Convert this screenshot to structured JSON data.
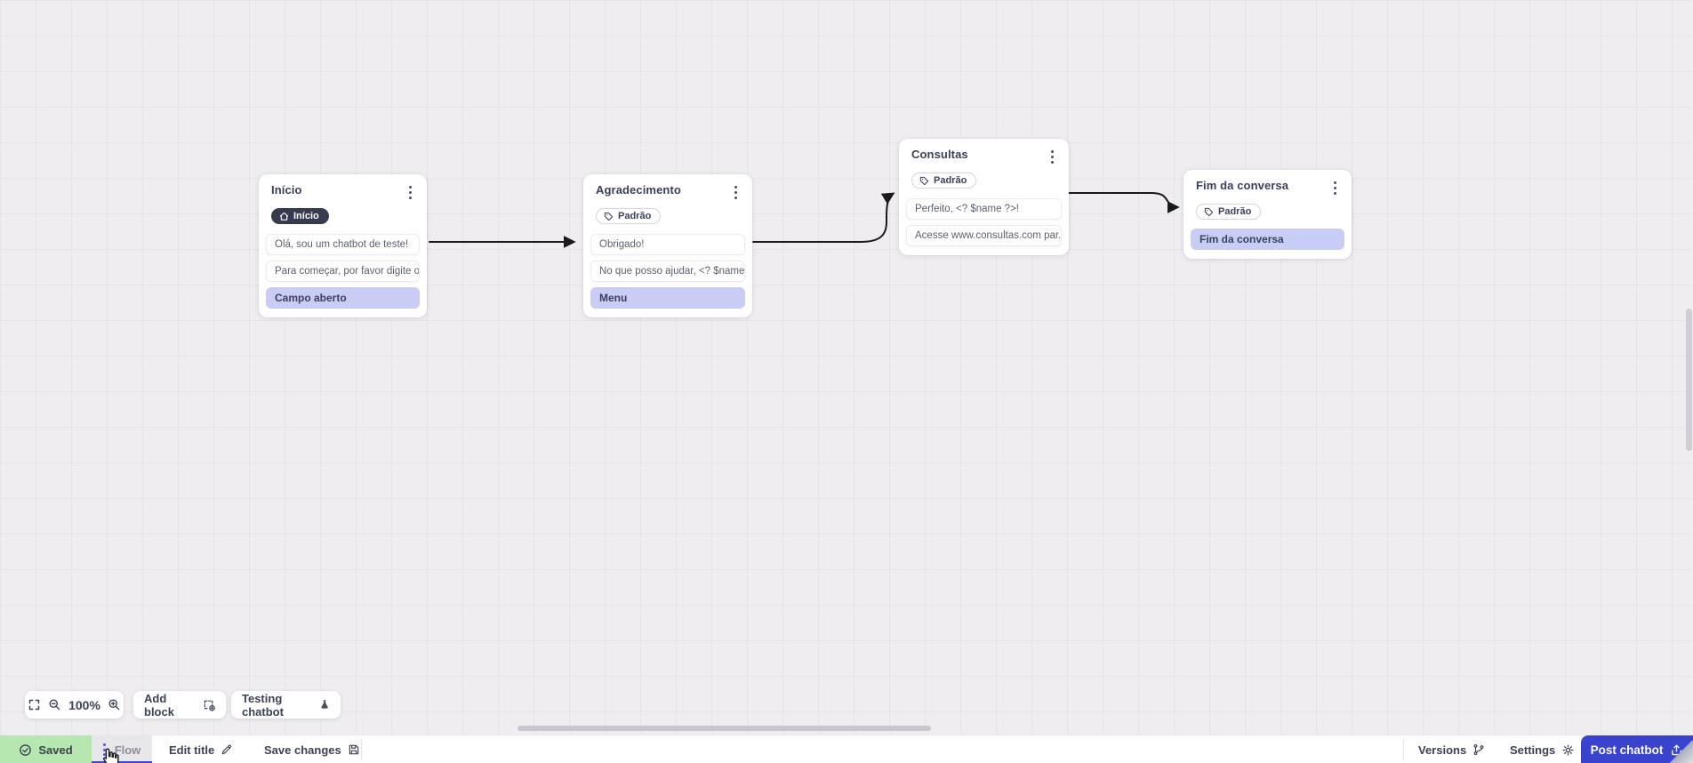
{
  "canvas": {
    "nodes": [
      {
        "title": "Início",
        "badge": "Início",
        "messages": [
          "Olá, sou um chatbot de teste!",
          "Para começar, por favor digite o ...",
          "Campo aberto"
        ]
      },
      {
        "title": "Agradecimento",
        "badge": "Padrão",
        "messages": [
          "Obrigado!",
          "No que posso ajudar, <? $name ...",
          "Menu"
        ]
      },
      {
        "title": "Consultas",
        "badge": "Padrão",
        "messages": [
          "Perfeito, <? $name ?>!",
          "Acesse www.consultas.com par..."
        ]
      },
      {
        "title": "Fim da conversa",
        "badge": "Padrão",
        "messages": [
          "Fim da conversa"
        ]
      }
    ]
  },
  "toolbar": {
    "zoom_level": "100%",
    "add_block": "Add block",
    "testing_chatbot": "Testing chatbot"
  },
  "bottom_bar": {
    "saved": "Saved",
    "flow_tab": "Flow",
    "edit_title": "Edit title",
    "save_changes": "Save changes",
    "versions": "Versions",
    "settings": "Settings",
    "post_chatbot": "Post chatbot"
  },
  "colors": {
    "accent": "#3a43cd",
    "saved_bg": "#b6e7b0",
    "item_highlight": "#c9cdf6",
    "badge_dark_bg": "#363b4e",
    "edge": "#1a1a1a"
  }
}
